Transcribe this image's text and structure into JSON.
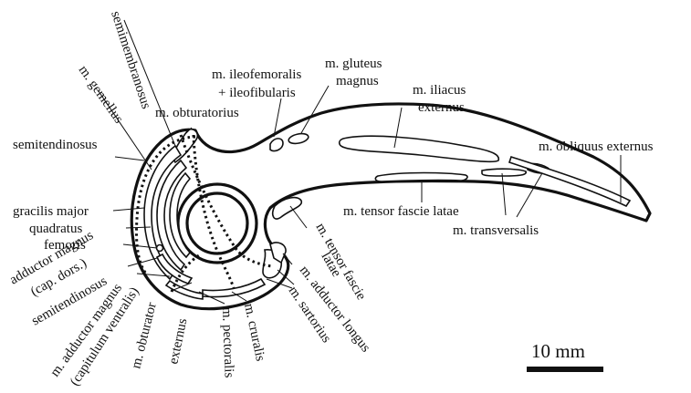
{
  "labels": {
    "semimembranosus": "semimembranosus",
    "m_gemellus": "m. gemellus",
    "m_obturatorius": "m. obturatorius",
    "m_ileofemoralis_1": "m. ileofemoralis",
    "m_ileofemoralis_2": "+ ileofibularis",
    "m_gluteus_1": "m. gluteus",
    "m_gluteus_2": "magnus",
    "m_iliacus_1": "m. iliacus",
    "m_iliacus_2": "externus",
    "m_obliquus": "m. obliquus externus",
    "semitendinosus": "semitendinosus",
    "gracilis_1": "gracilis major",
    "gracilis_2": "quadratus",
    "gracilis_3": "femoris",
    "m_tensor_latae": "m. tensor fascie latae",
    "m_transversalis": "m. transversalis",
    "adductor_magnus_dors_1": "adductor magnus",
    "adductor_magnus_dors_2": "(cap. dors.)",
    "semitendinosus_2": "semitendinosus",
    "m_adductor_magnus_1": "m. adductor magnus",
    "m_adductor_magnus_2": "(capitulum ventralis)",
    "m_obturator_1": "m. obturator",
    "m_obturator_2": "externus",
    "m_pectoralis": "m. pectoralis",
    "m_cruralis": "m. cruralis",
    "m_sartorius": "m. sartorius",
    "m_adductor_longus": "m. adductor longus",
    "m_tensor_fascie_1": "m. tensor fascie",
    "m_tensor_fascie_2": "latae"
  },
  "scale_bar": {
    "label": "10 mm"
  }
}
